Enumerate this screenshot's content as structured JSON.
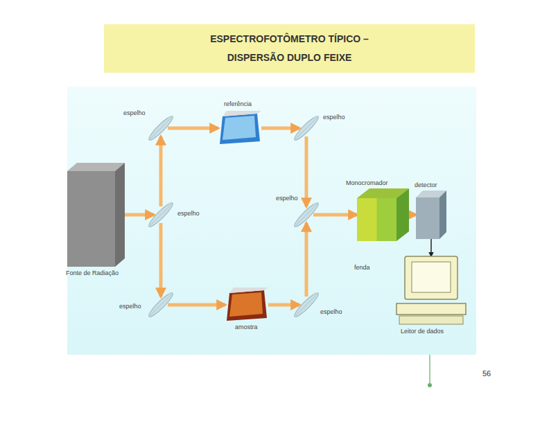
{
  "diagram": {
    "title": "ESPECTROFOTÔMETRO TÍPICO – DISPERSÃO DUPLO FEIXE",
    "nodes": [
      {
        "text": [
          "Fonte de Radiação"
        ]
      },
      {
        "text": [
          "espelho"
        ]
      },
      {
        "text": [
          "espelho"
        ]
      },
      {
        "text": [
          "referência"
        ]
      },
      {
        "text": [
          "espelho"
        ]
      },
      {
        "text": [
          "espelho"
        ]
      },
      {
        "text": [
          "amostra"
        ]
      },
      {
        "text": [
          "espelho"
        ]
      },
      {
        "text": [
          "espelho"
        ]
      },
      {
        "text": [
          "Monocromador",
          "fenda"
        ]
      },
      {
        "text": [
          "detector"
        ]
      },
      {
        "text": [
          "Leitor de dados"
        ]
      }
    ],
    "edges": [
      {
        "from": 0,
        "to": 1,
        "arrow": "to"
      },
      {
        "from": 1,
        "to": 2,
        "arrow": "to"
      },
      {
        "from": 2,
        "to": 3,
        "arrow": "to"
      },
      {
        "from": 3,
        "to": 4,
        "arrow": "to"
      },
      {
        "from": 4,
        "to": 8,
        "arrow": "to"
      },
      {
        "from": 1,
        "to": 5,
        "arrow": "to"
      },
      {
        "from": 5,
        "to": 6,
        "arrow": "to"
      },
      {
        "from": 6,
        "to": 7,
        "arrow": "to"
      },
      {
        "from": 7,
        "to": 8,
        "arrow": "to"
      },
      {
        "from": 8,
        "to": 9,
        "arrow": "to"
      },
      {
        "from": 9,
        "to": 10,
        "arrow": "to"
      },
      {
        "from": 10,
        "to": 11,
        "arrow": "to"
      }
    ],
    "labels": [
      "56"
    ]
  }
}
